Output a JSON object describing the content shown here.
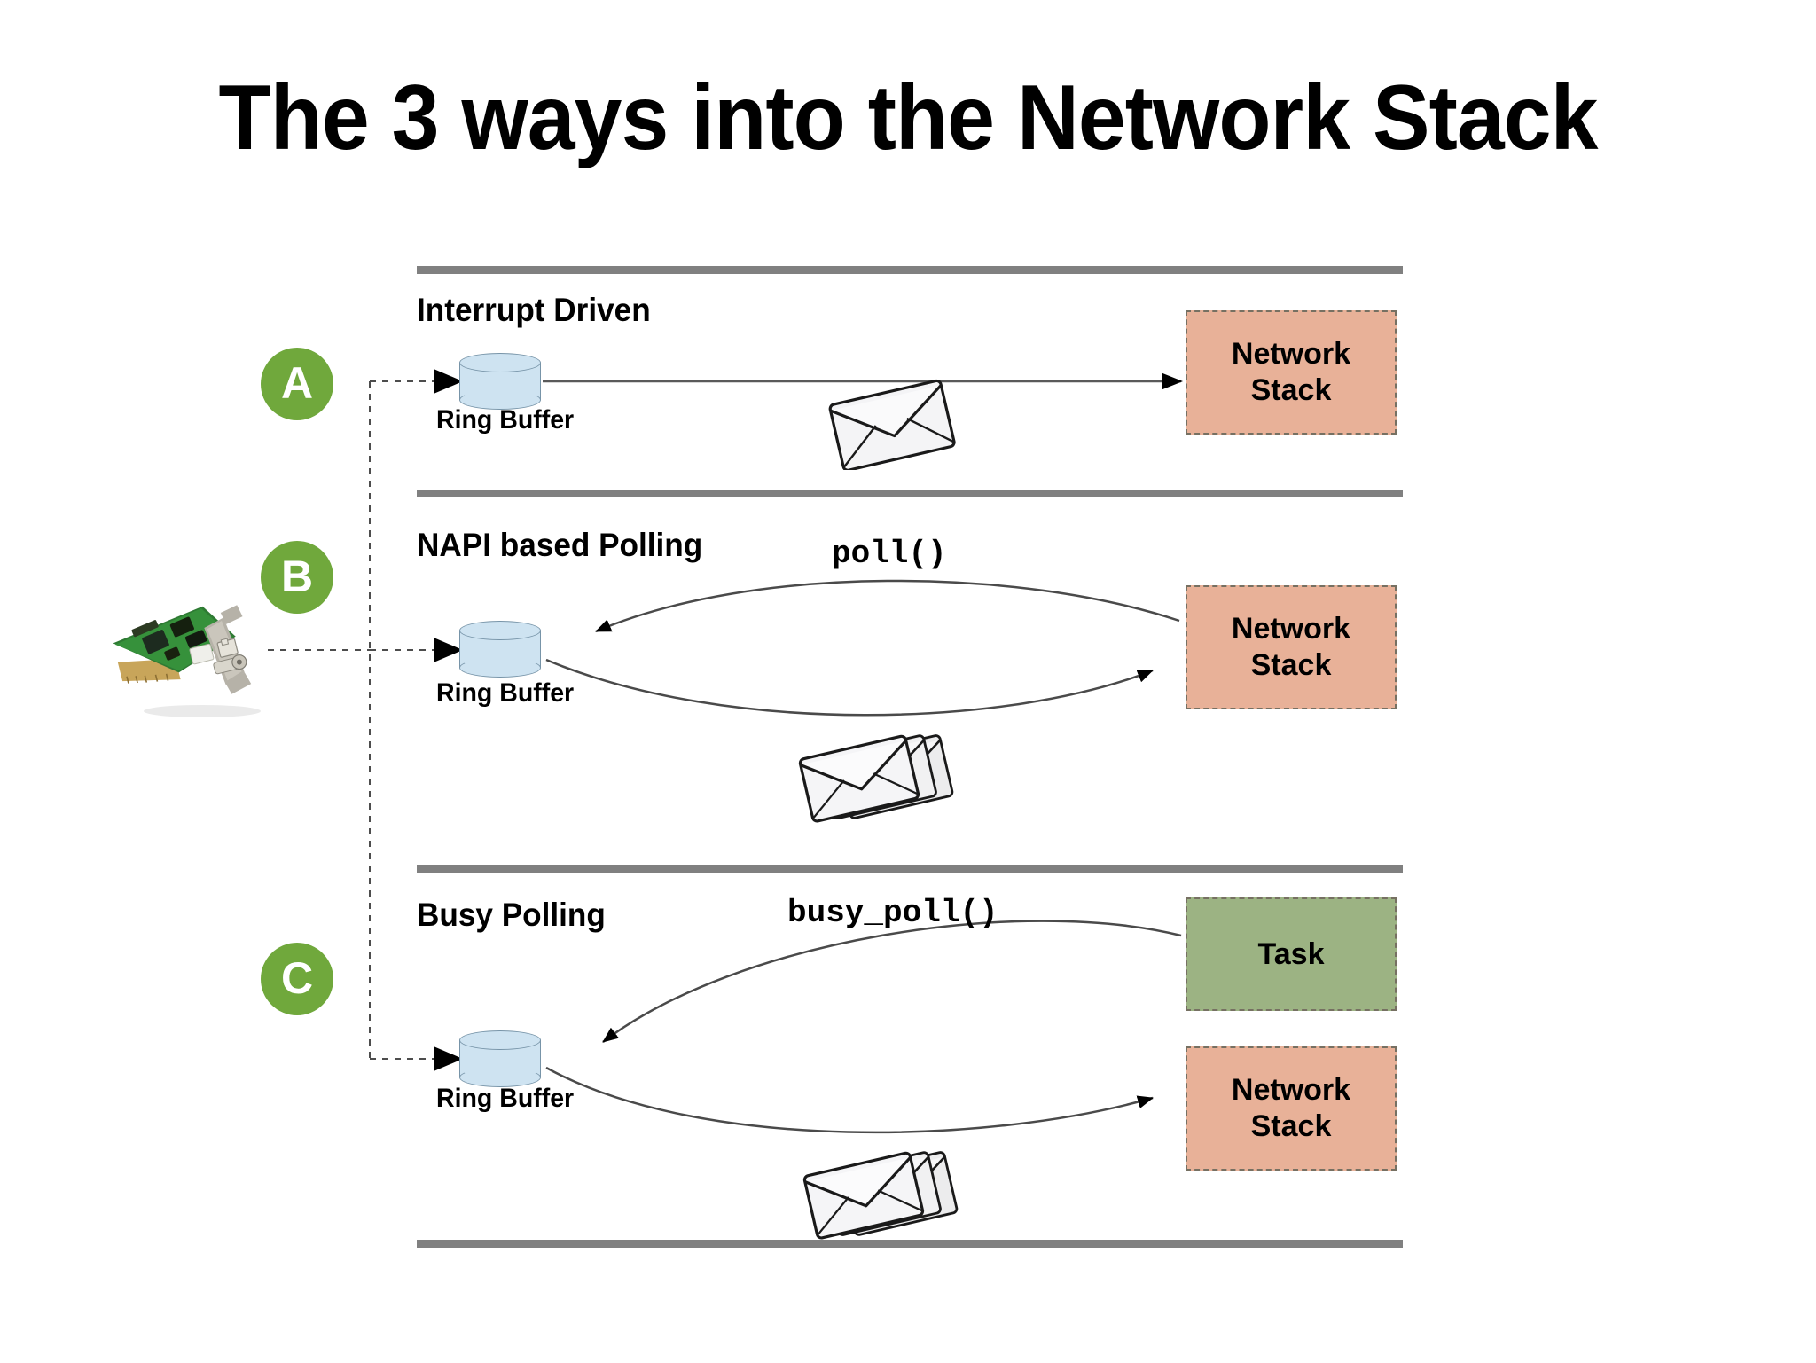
{
  "title": "The 3 ways into the Network Stack",
  "colors": {
    "badge_green": "#70a83c",
    "network_stack_fill": "#e8b198",
    "task_fill": "#9cb383",
    "ring_buffer_fill": "#cee3f1",
    "divider_gray": "#808080",
    "box_border": "#767062"
  },
  "sections": [
    {
      "badge": "A",
      "heading": "Interrupt Driven",
      "ring_buffer_label": "Ring Buffer",
      "code_label": "",
      "boxes": [
        {
          "label": "Network\nStack",
          "kind": "stack"
        }
      ],
      "packets": "single-envelope"
    },
    {
      "badge": "B",
      "heading": "NAPI based Polling",
      "ring_buffer_label": "Ring Buffer",
      "code_label": "poll()",
      "boxes": [
        {
          "label": "Network\nStack",
          "kind": "stack"
        }
      ],
      "packets": "envelope-stack"
    },
    {
      "badge": "C",
      "heading": "Busy Polling",
      "ring_buffer_label": "Ring Buffer",
      "code_label": "busy_poll()",
      "boxes": [
        {
          "label": "Task",
          "kind": "task"
        },
        {
          "label": "Network\nStack",
          "kind": "stack"
        }
      ],
      "packets": "envelope-stack"
    }
  ],
  "icons": {
    "nic": "network-interface-card",
    "envelope_single": "envelope-icon",
    "envelope_stack": "envelope-stack-icon"
  }
}
